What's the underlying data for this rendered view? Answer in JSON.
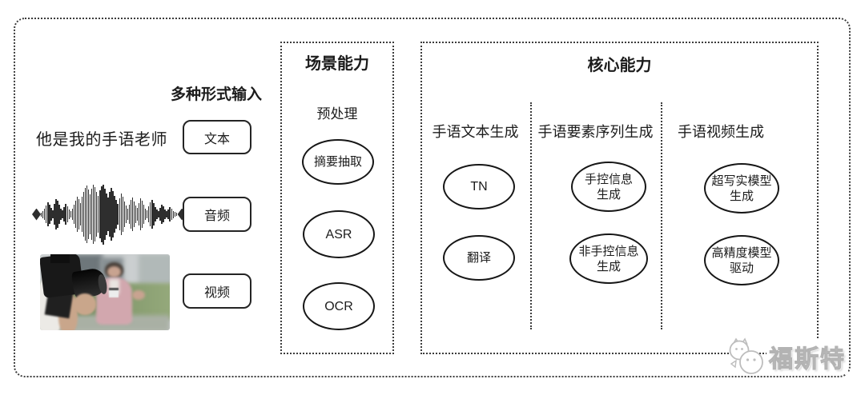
{
  "input_section": {
    "header": "多种形式输入",
    "text_example": "他是我的手语老师",
    "input_types": [
      {
        "label": "文本"
      },
      {
        "label": "音频"
      },
      {
        "label": "视频"
      }
    ],
    "media_icons": {
      "waveform": "audio-waveform",
      "photo": "reporter-interview-photo"
    }
  },
  "scene_section": {
    "title": "场景能力",
    "subtitle": "预处理",
    "nodes": [
      {
        "label": "摘要抽取"
      },
      {
        "label": "ASR"
      },
      {
        "label": "OCR"
      }
    ]
  },
  "core_section": {
    "title": "核心能力",
    "columns": [
      {
        "header": "手语文本生成",
        "nodes": [
          {
            "line1": "TN",
            "line2": ""
          },
          {
            "line1": "翻译",
            "line2": ""
          }
        ]
      },
      {
        "header": "手语要素序列生成",
        "nodes": [
          {
            "line1": "手控信息",
            "line2": "生成"
          },
          {
            "line1": "非手控信息",
            "line2": "生成"
          }
        ]
      },
      {
        "header": "手语视频生成",
        "nodes": [
          {
            "line1": "超写实模型",
            "line2": "生成"
          },
          {
            "line1": "高精度模型",
            "line2": "驱动"
          }
        ]
      }
    ]
  },
  "watermark": {
    "label": "福斯特",
    "logo": "mascot-faces-logo"
  },
  "colors": {
    "background": "#ffffff",
    "dashed_border": "#3c3c3c",
    "node_stroke": "#161616",
    "text": "#1c1c1c",
    "watermark_gray": "#c9c9c9",
    "photo_pink_jacket": "#d2a7ae",
    "photo_hedge_green": "#7d9468"
  },
  "waveform": {
    "bar_heights": [
      5,
      9,
      14,
      22,
      30,
      24,
      16,
      10,
      26,
      38,
      34,
      24,
      14,
      10,
      18,
      26,
      20,
      12,
      8,
      14,
      24,
      34,
      44,
      38,
      28,
      44,
      56,
      66,
      72,
      62,
      50,
      64,
      74,
      68,
      56,
      46,
      60,
      70,
      75,
      64,
      52,
      42,
      56,
      66,
      58,
      46,
      36,
      26,
      40,
      52,
      44,
      32,
      22,
      14,
      24,
      36,
      42,
      32,
      22,
      16,
      28,
      40,
      34,
      24,
      14,
      10,
      20,
      30,
      36,
      28,
      18,
      12,
      8,
      16,
      24,
      20,
      12,
      8,
      12,
      18,
      14,
      9,
      6,
      4
    ]
  }
}
